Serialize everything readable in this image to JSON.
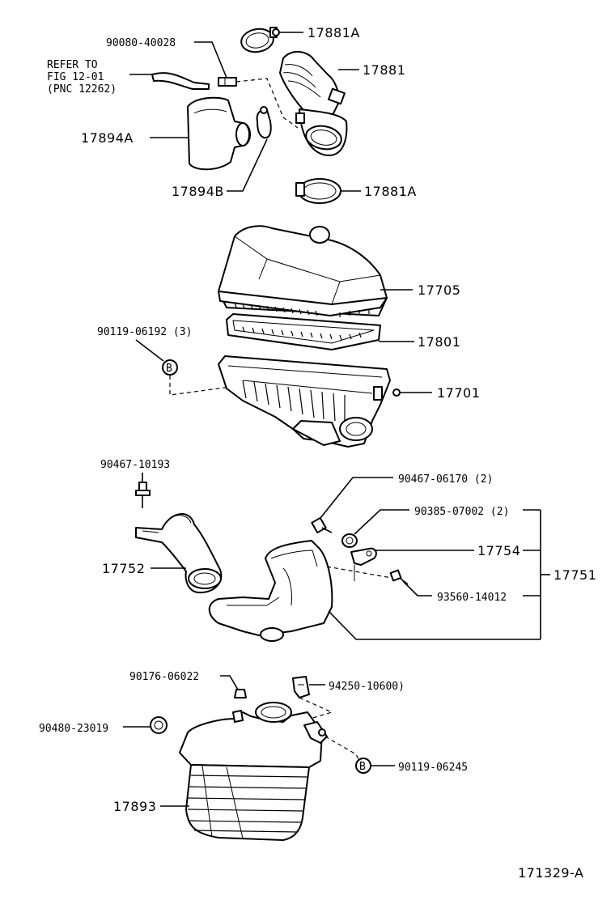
{
  "figure_id": "171329-A",
  "refer_note": [
    "REFER TO",
    "FIG 12-01",
    "(PNC 12262)"
  ],
  "callouts": {
    "c17881a_top": "17881A",
    "c90080": "90080-40028",
    "c17881": "17881",
    "c17894a": "17894A",
    "c17894b": "17894B",
    "c17881a_bot": "17881A",
    "c17705": "17705",
    "c90119_06192": "90119-06192 (3)",
    "c17801": "17801",
    "c17701": "17701",
    "c90467_10193": "90467-10193",
    "c90467_06170": "90467-06170 (2)",
    "c90385": "90385-07002 (2)",
    "c17754": "17754",
    "c17751": "17751",
    "c17752": "17752",
    "c93560": "93560-14012",
    "c90176": "90176-06022",
    "c94250": "94250-10600)",
    "c90480": "90480-23019",
    "c90119_06245": "90119-06245",
    "c17893": "17893"
  },
  "markers": {
    "b_top": "B",
    "b_bot": "B"
  }
}
